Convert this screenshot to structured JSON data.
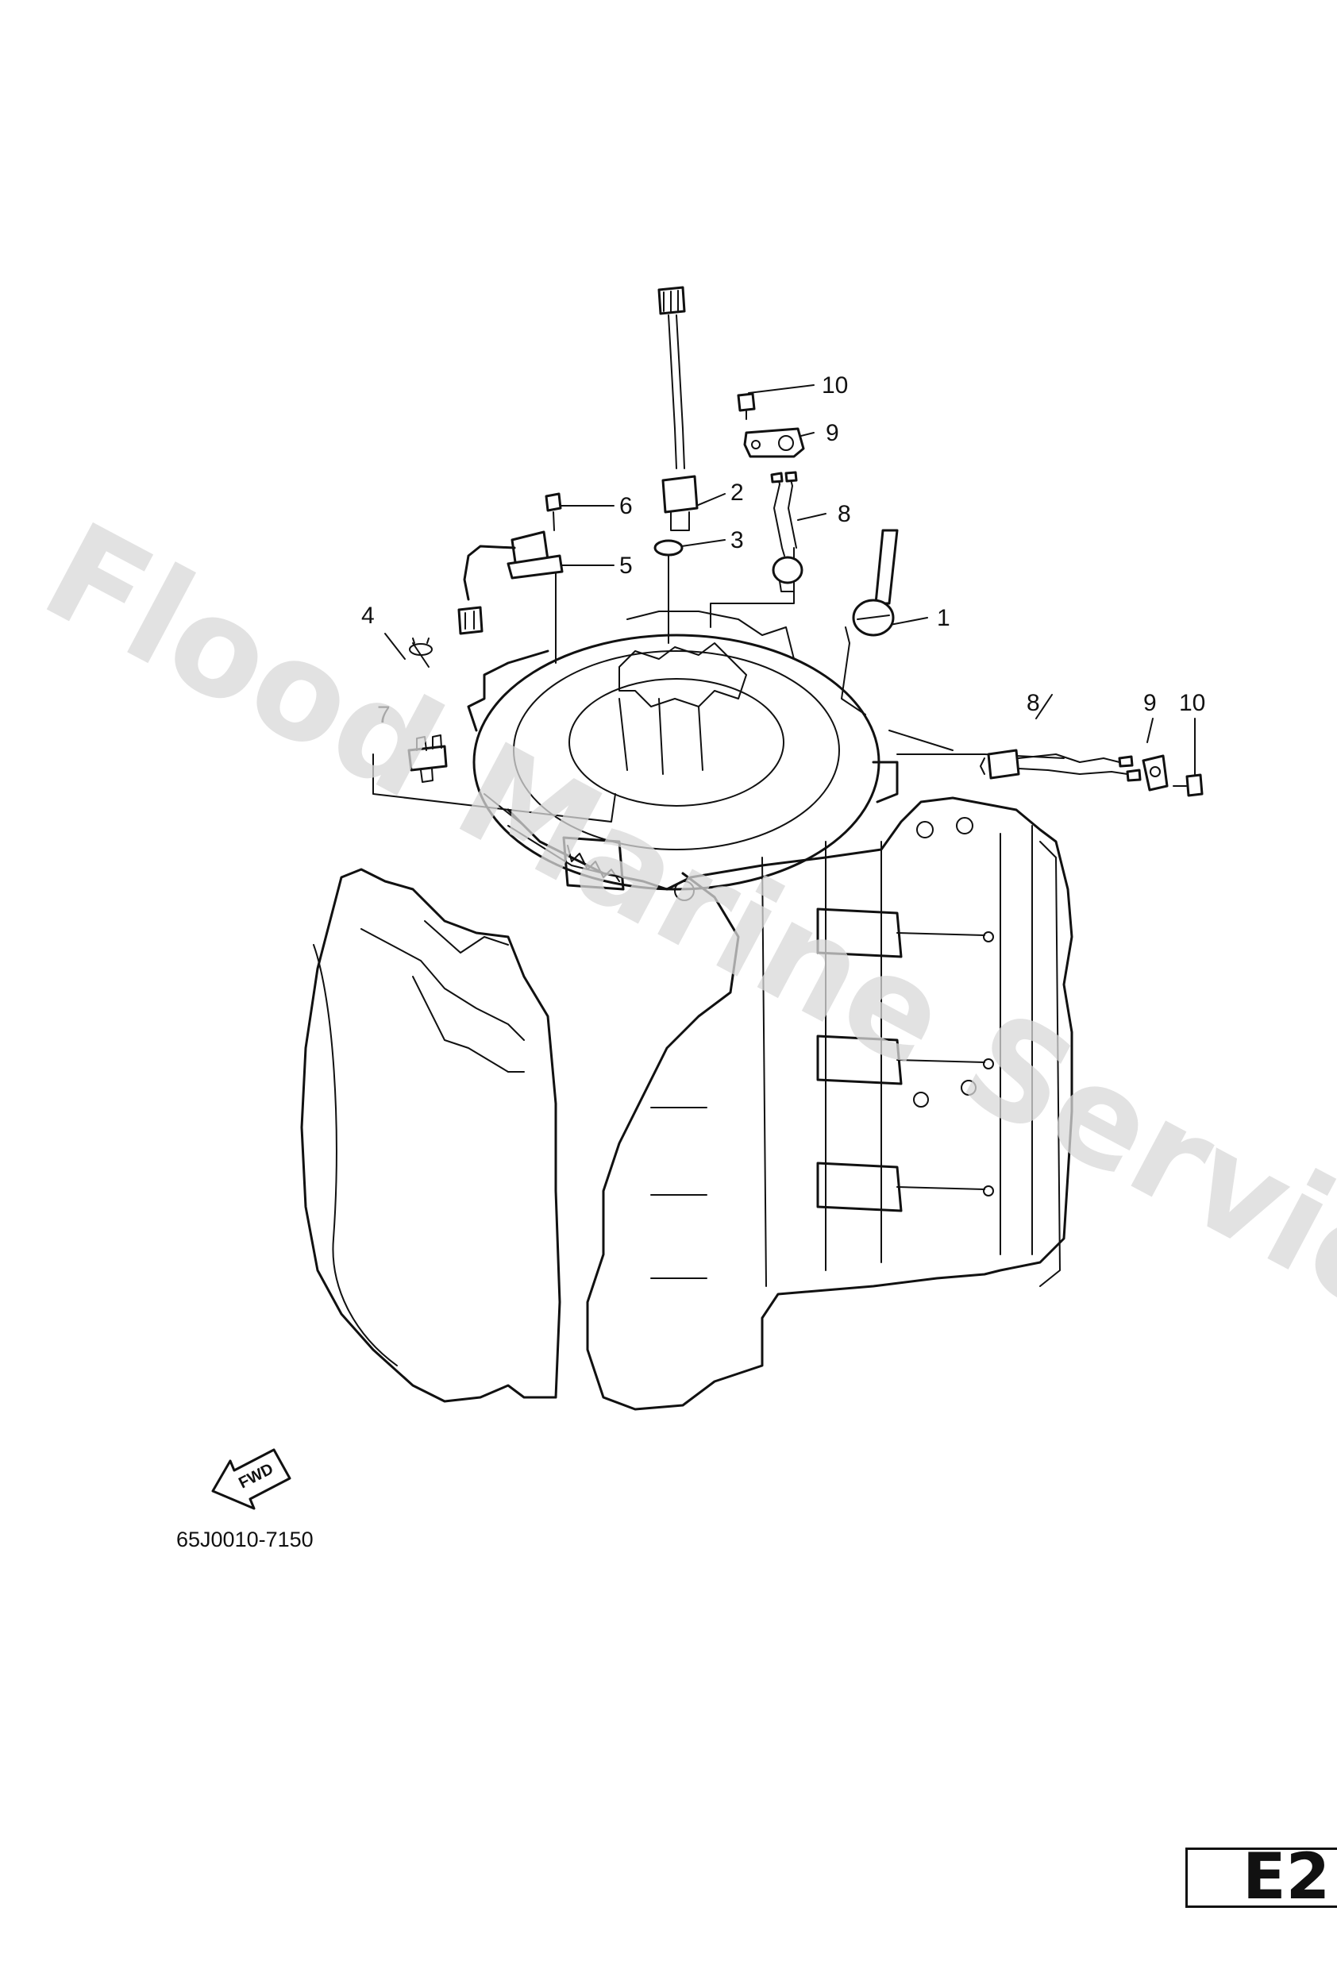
{
  "watermark": "Flood Marine Services",
  "callouts": {
    "c1": "1",
    "c2": "2",
    "c3": "3",
    "c4": "4",
    "c5": "5",
    "c6": "6",
    "c7": "7",
    "c8a": "8",
    "c8b": "8",
    "c9a": "9",
    "c9b": "9",
    "c10a": "10",
    "c10b": "10"
  },
  "fwd_label": "FWD",
  "drawing_code": "65J0010-7150",
  "page_id": "E2"
}
